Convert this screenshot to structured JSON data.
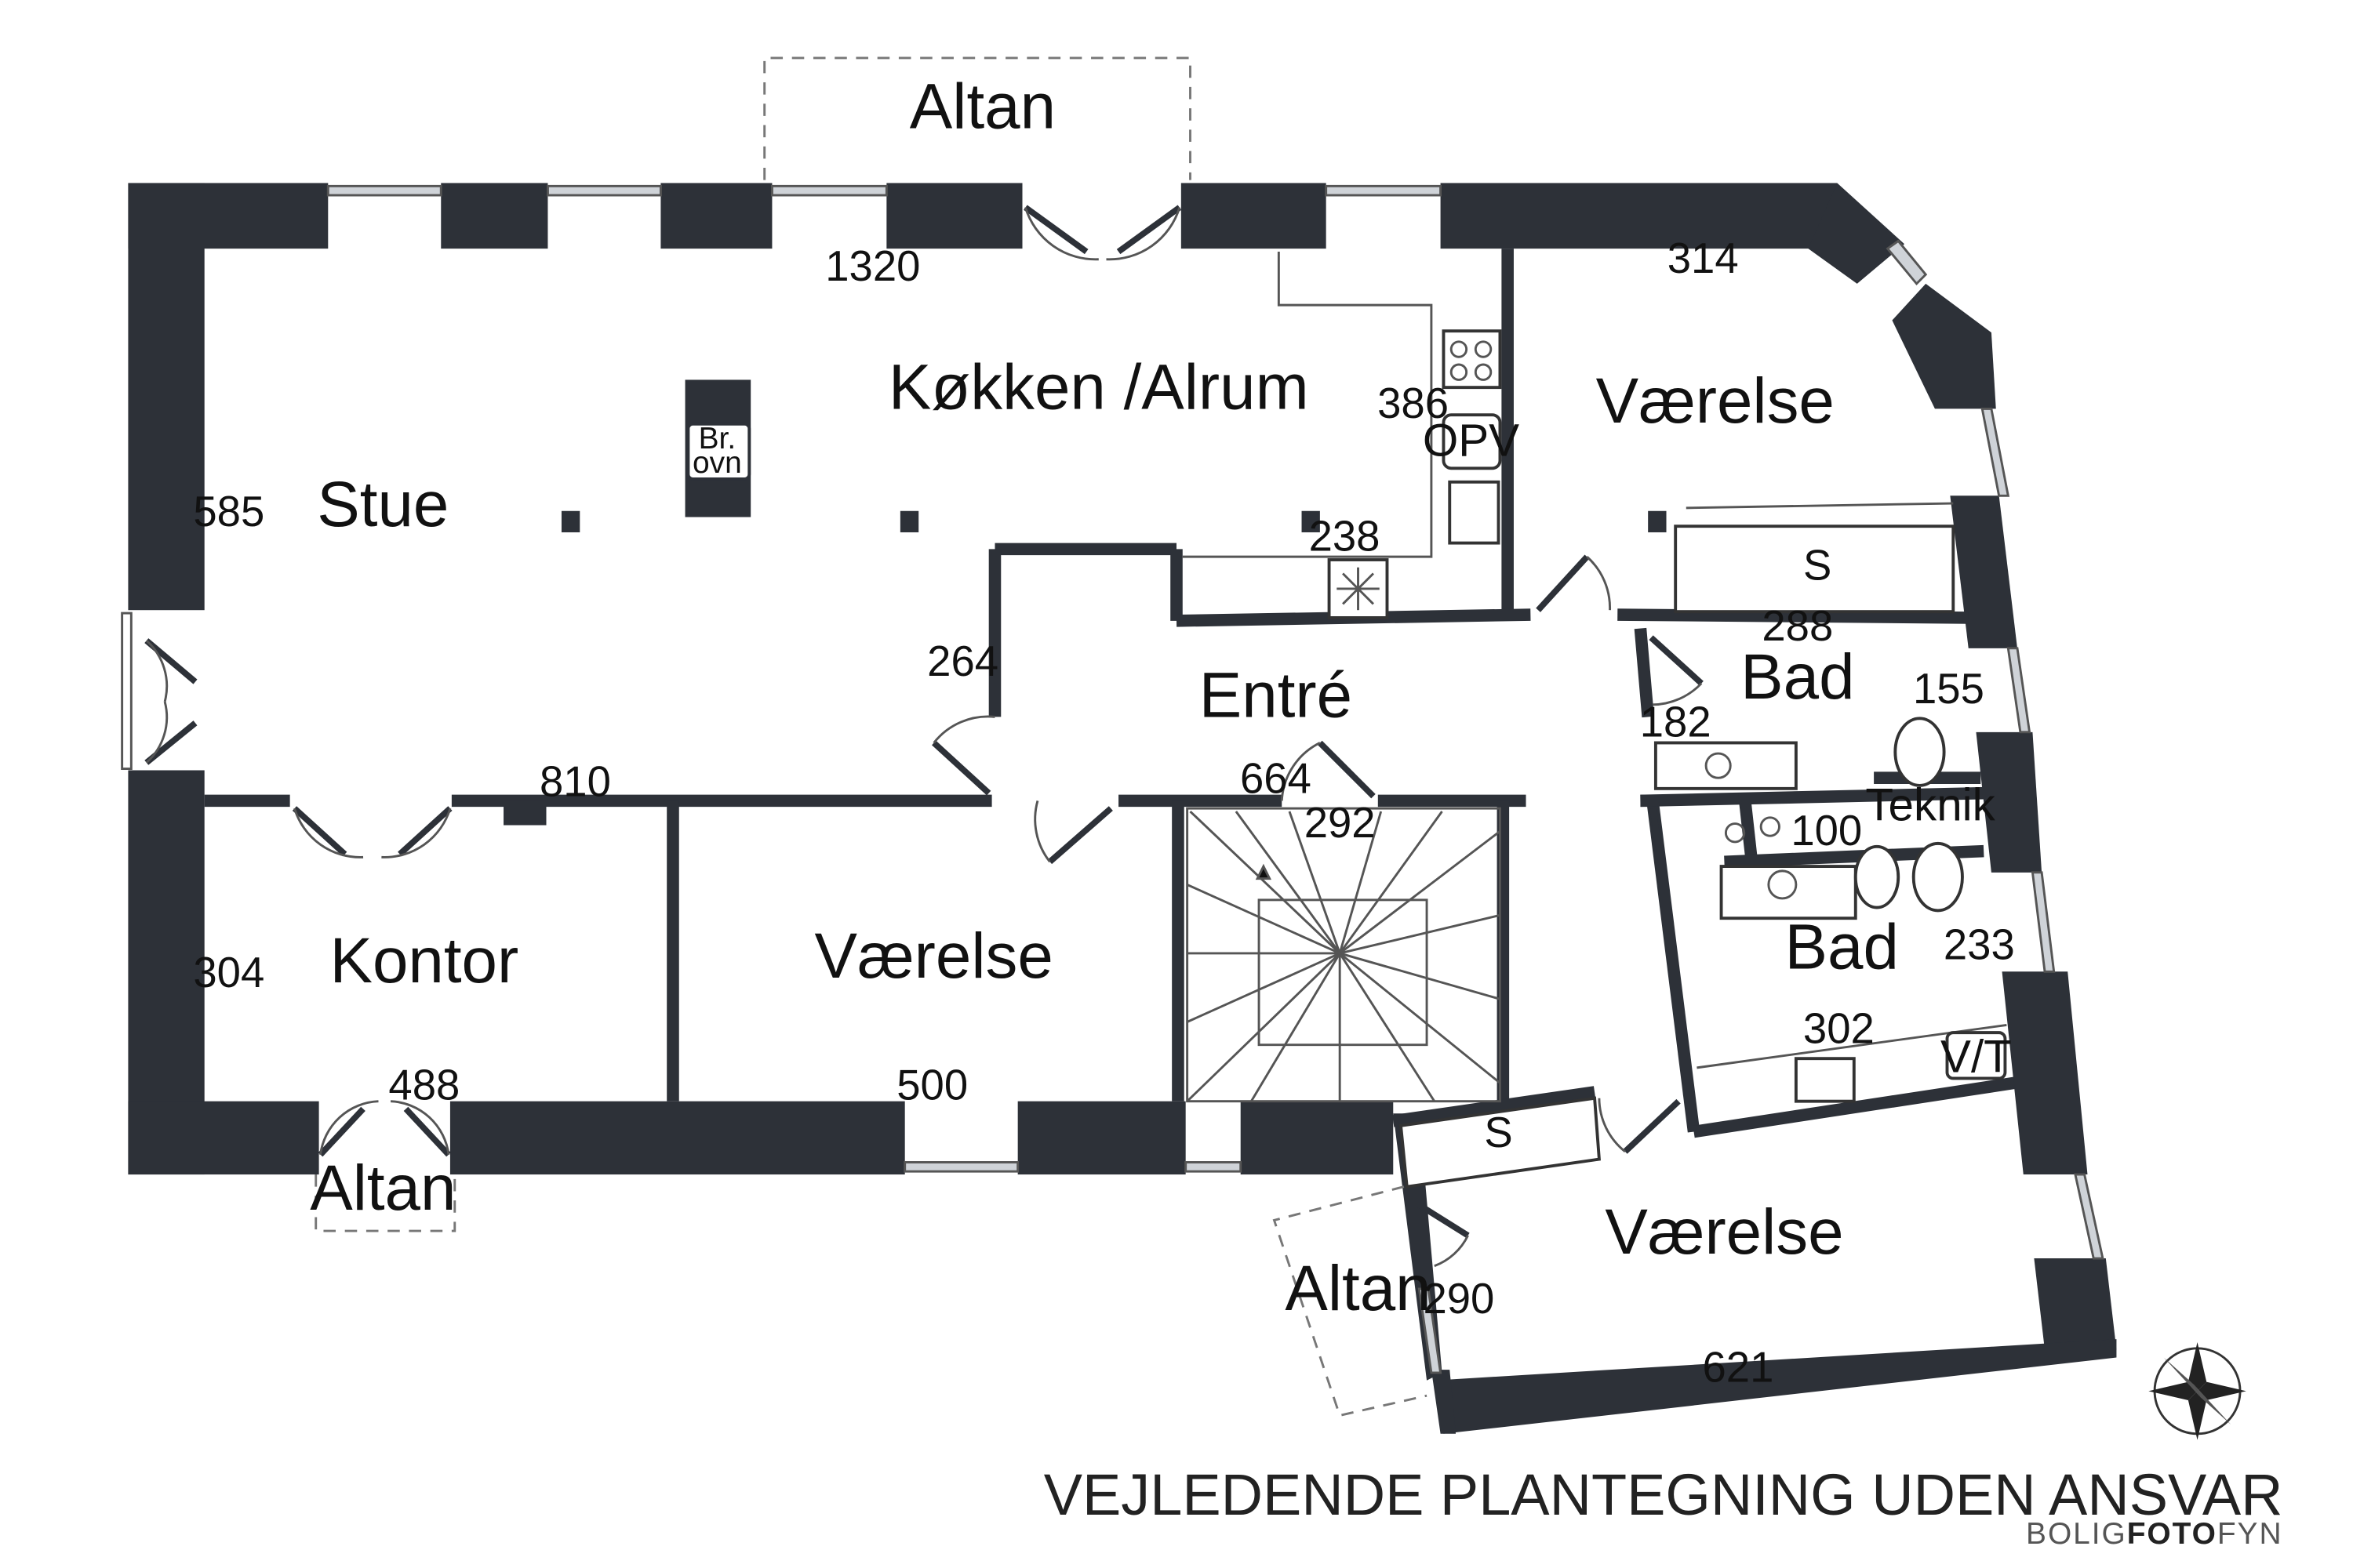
{
  "rooms": {
    "altan_top": "Altan",
    "kitchen": "Køkken /Alrum",
    "vaerelse_ne": "Værelse",
    "stue": "Stue",
    "entre": "Entré",
    "bad_upper": "Bad",
    "teknik": "Teknik",
    "kontor": "Kontor",
    "vaerelse_mid": "Værelse",
    "bad_lower": "Bad",
    "vaerelse_se": "Værelse",
    "altan_bottom_left": "Altan",
    "altan_bottom_right": "Altan"
  },
  "dimensions": {
    "d1320": "1320",
    "d314": "314",
    "d386": "386",
    "d585": "585",
    "d238": "238",
    "d288": "288",
    "d264": "264",
    "d155": "155",
    "d182": "182",
    "d810": "810",
    "d664": "664",
    "d292": "292",
    "d100": "100",
    "d304": "304",
    "d233": "233",
    "d302": "302",
    "d488": "488",
    "d500": "500",
    "d290": "290",
    "d621": "621"
  },
  "equipment": {
    "stove_line1": "Br.",
    "stove_line2": "ovn",
    "dishwasher": "OPV",
    "closet_ne": "S",
    "closet_se": "S",
    "washer_dryer": "V/T"
  },
  "footer": {
    "disclaimer": "VEJLEDENDE PLANTEGNING UDEN ANSVAR",
    "brand_a": "BOLIG",
    "brand_b": "FOTO",
    "brand_c": "FYN"
  },
  "icons": [
    "compass-rose-icon",
    "cooktop-icon",
    "freezer-snowflake-icon",
    "sink-icon",
    "toilet-icon",
    "bidet-icon",
    "lamp-icon"
  ],
  "colors": {
    "wall": "#2d3138",
    "background": "#ffffff"
  }
}
